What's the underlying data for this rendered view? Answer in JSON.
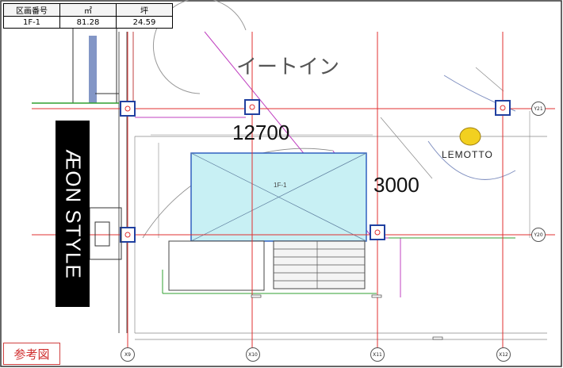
{
  "info_table": {
    "headers": [
      "区画番号",
      "㎡",
      "坪"
    ],
    "values": [
      "1F-1",
      "81.28",
      "24.59"
    ]
  },
  "plan": {
    "width_dim": "12700",
    "depth_dim": "3000",
    "eat_in": "イートイン",
    "area_label": "1F-1",
    "lemotto": "LEMOTTO",
    "aeon_style": "ÆON STYLE",
    "reference_mark": "参考図",
    "grid_labels": {
      "x9": "X9",
      "x10": "X10",
      "x11": "X11",
      "x12": "X12",
      "y20": "Y20",
      "y21": "Y21"
    }
  },
  "colors": {
    "tenant_fill": "#c8f0f4",
    "tenant_stroke": "#3060c0",
    "grid_red": "#e03030",
    "column_blue": "#2040a0",
    "green_line": "#30a030",
    "magenta_line": "#c040c0",
    "reference_red": "#d03030"
  }
}
